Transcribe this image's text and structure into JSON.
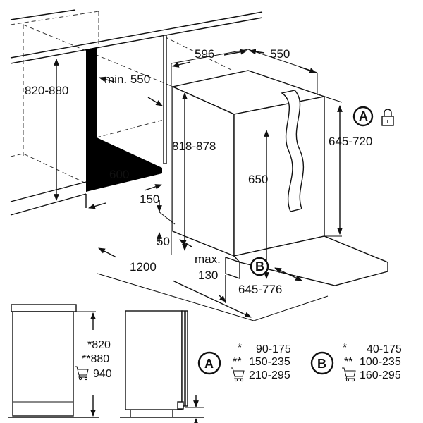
{
  "niche": {
    "height": "820-880",
    "depth": "min. 550",
    "width": "600"
  },
  "appliance": {
    "width": "596",
    "depth": "550",
    "height": "818-878",
    "door_height_a": "645-720",
    "inner_height": "650",
    "plinth_height": "150",
    "plinth_offset": "50",
    "door_clearance": "1200",
    "plinth_max_label": "max.",
    "plinth_max": "130",
    "door_panel_b": "645-776"
  },
  "markers": {
    "a": "A",
    "b": "B"
  },
  "side_view": {
    "h1": "*820",
    "h2": "**880",
    "h3": "940"
  },
  "legend": {
    "a": {
      "label": "A",
      "rows": [
        {
          "mark": "*",
          "value": "90-175"
        },
        {
          "mark": "**",
          "value": "150-235"
        },
        {
          "mark": "cart-icon",
          "value": "210-295"
        }
      ]
    },
    "b": {
      "label": "B",
      "rows": [
        {
          "mark": "*",
          "value": "40-175"
        },
        {
          "mark": "**",
          "value": "100-235"
        },
        {
          "mark": "cart-icon",
          "value": "160-295"
        }
      ]
    }
  }
}
